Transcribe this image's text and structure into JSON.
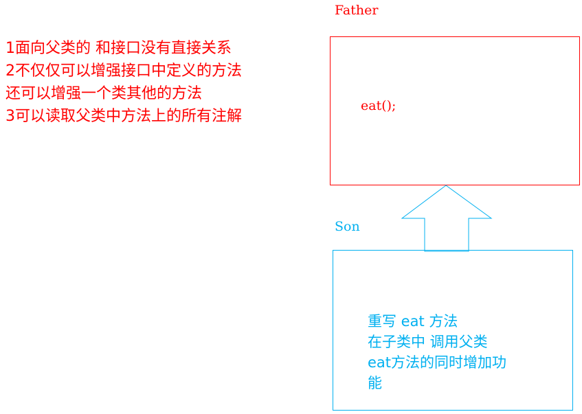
{
  "notes": [
    "1面向父类的 和接口没有直接关系",
    "2不仅仅可以增强接口中定义的方法",
    "还可以增强一个类其他的方法",
    "3可以读取父类中方法上的所有注解"
  ],
  "father": {
    "label": "Father",
    "method": "eat();"
  },
  "son": {
    "label": "Son",
    "lines": [
      "重写 eat 方法",
      "在子类中 调用父类",
      "eat方法的同时增加功",
      "能"
    ]
  },
  "colors": {
    "father": "#ff0000",
    "son": "#00b0f0"
  }
}
